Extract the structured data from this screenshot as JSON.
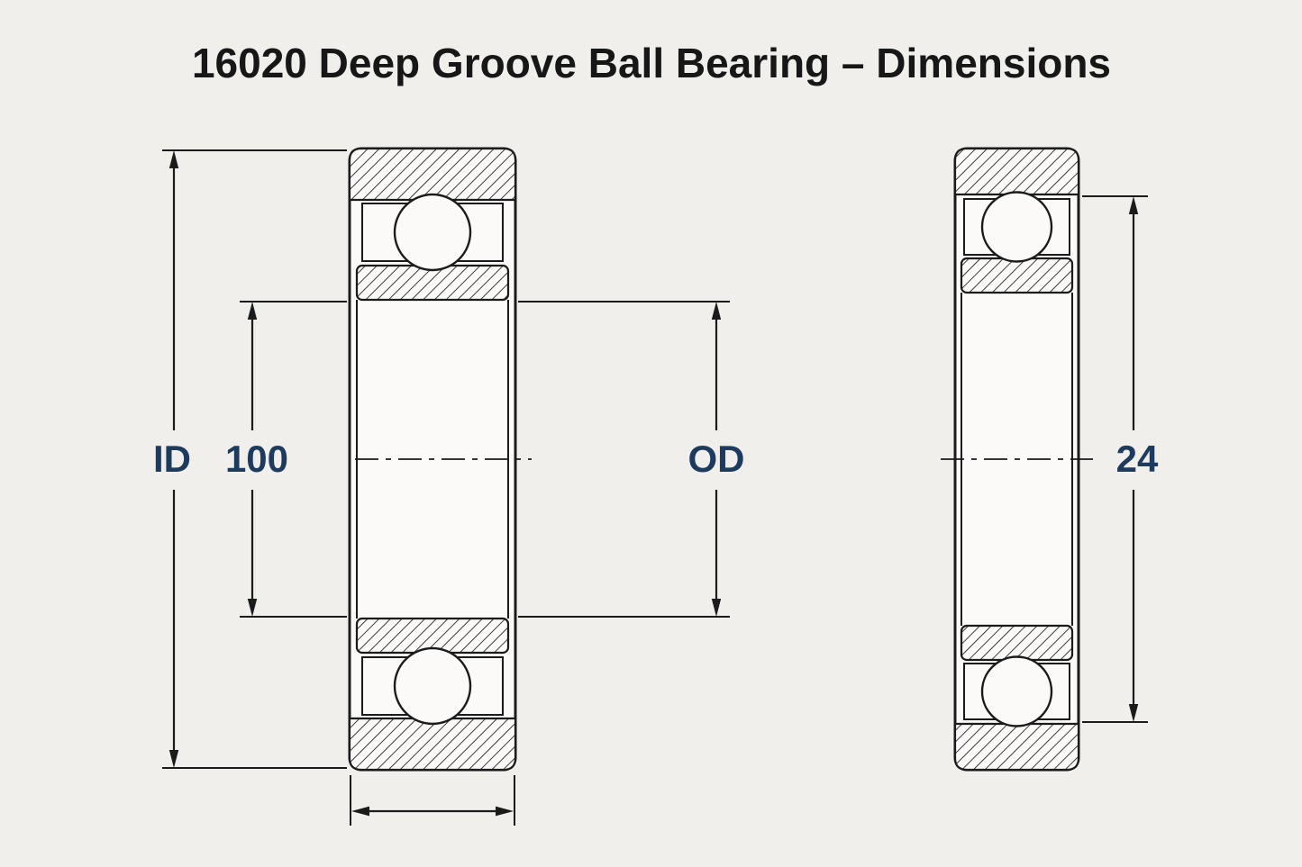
{
  "title": "16020 Deep Groove Ball Bearing – Dimensions",
  "colors": {
    "background": "#f1efec",
    "ink": "#1b1b1b",
    "accent": "#1d3b5f",
    "paper": "#fbfaf9"
  },
  "labels": {
    "inner_diameter_label": "ID",
    "inner_diameter_value": "100",
    "outer_diameter_label": "OD",
    "width_value": "24"
  }
}
